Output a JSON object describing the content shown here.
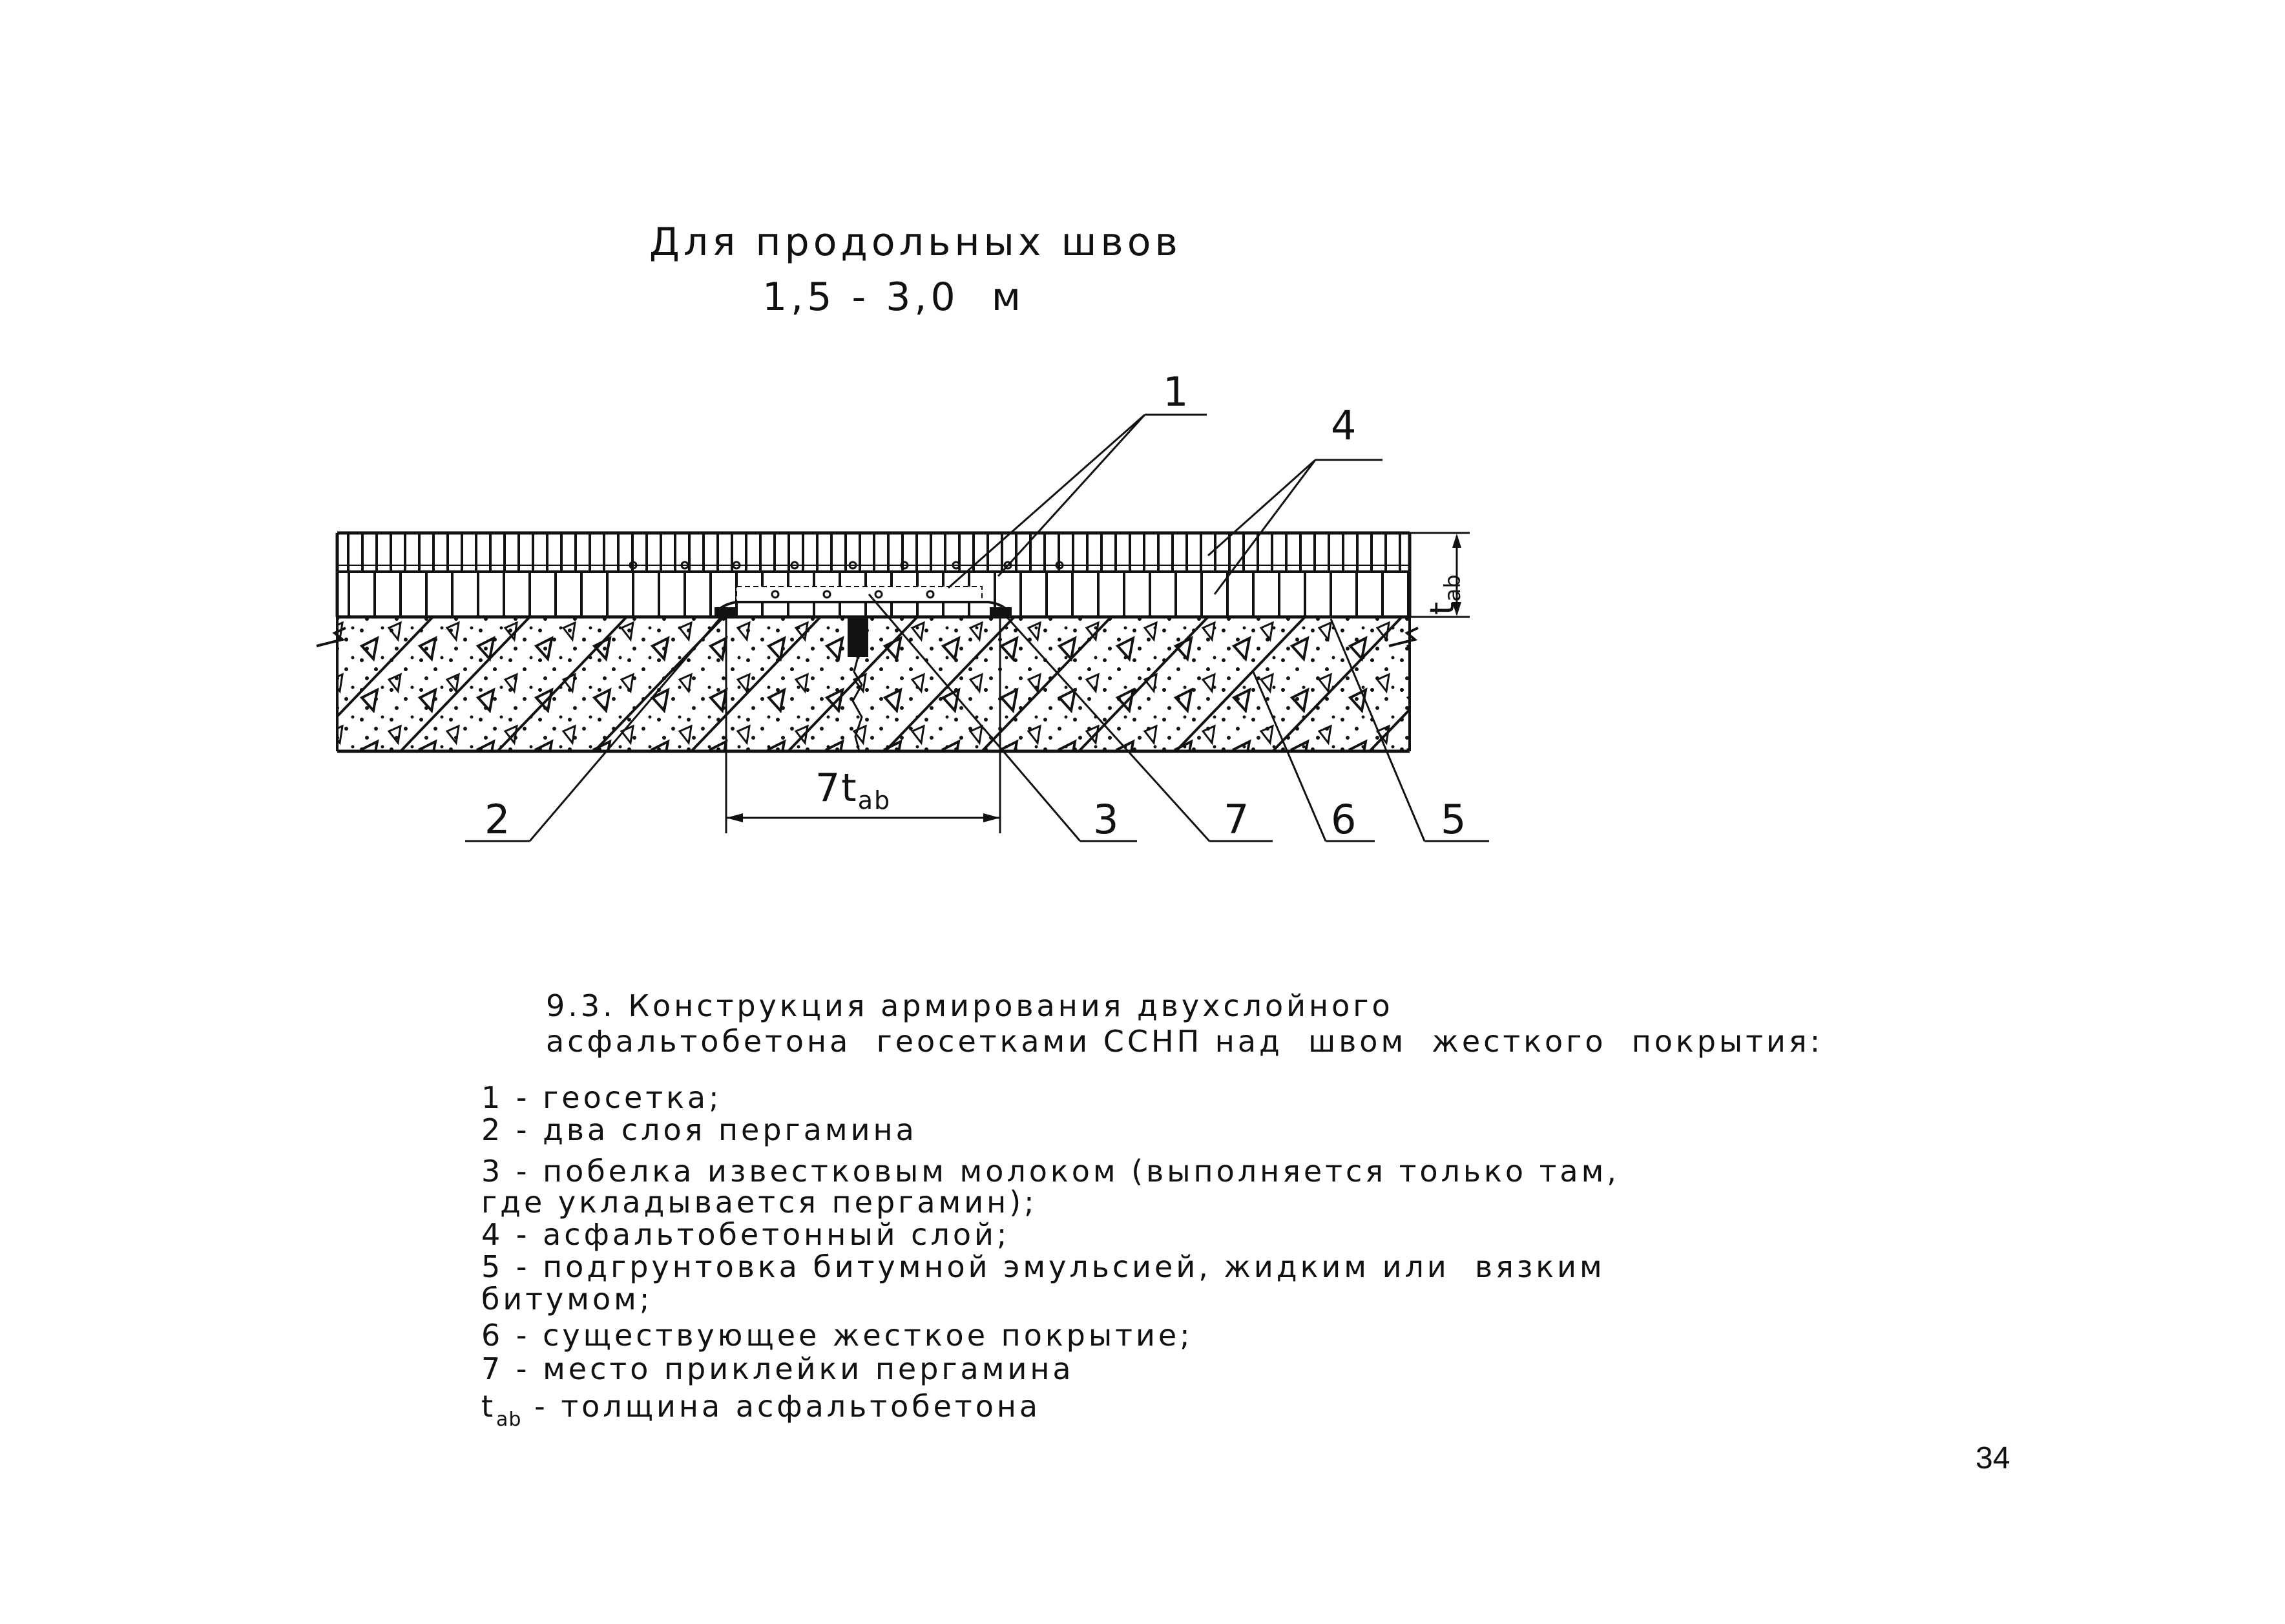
{
  "title": {
    "line1": "Для продольных швов",
    "line2": "1,5 - 3,0  м"
  },
  "callouts": {
    "c1": "1",
    "c2": "2",
    "c3": "3",
    "c4": "4",
    "c5": "5",
    "c6": "6",
    "c7": "7"
  },
  "thickness_symbol": {
    "base": "t",
    "sub": "ab"
  },
  "dimension": {
    "prefix": "7t",
    "sub": "ab"
  },
  "caption": {
    "line1": "9.3. Конструкция армирования двухслойного",
    "line2": "асфальтобетона  геосетками ССНП над  швом  жесткого  покрытия:"
  },
  "legend": {
    "l1": "1 - геосетка;",
    "l2": "2 - два слоя пергамина",
    "l3a": "3 - побелка известковым молоком (выполняется только там,",
    "l3b": "где укладывается пергамин);",
    "l4": "4 - асфальтобетонный слой;",
    "l5a": "5 - подгрунтовка битумной эмульсией, жидким или  вязким",
    "l5b": "битумом;",
    "l6": "6 - существующее жесткое покрытие;",
    "l7": "7 - место приклейки пергамина",
    "tab_base": "t",
    "tab_sub": "ab",
    "tab_text": " - толщина асфальтобетона"
  },
  "page_number": "34"
}
